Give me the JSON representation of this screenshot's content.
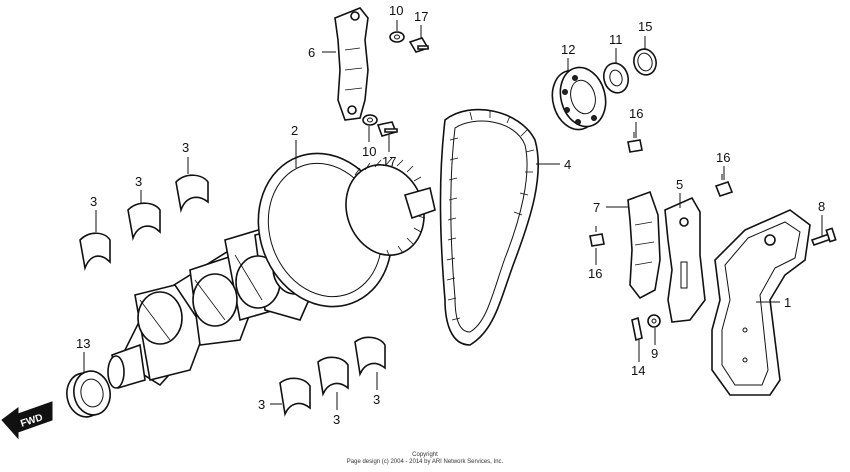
{
  "callouts": {
    "c6": "6",
    "c10a": "10",
    "c17a": "17",
    "c10b": "10",
    "c17b": "17",
    "c2": "2",
    "c12": "12",
    "c11": "11",
    "c15": "15",
    "c16a": "16",
    "c4": "4",
    "c16b": "16",
    "c3a": "3",
    "c3b": "3",
    "c3c": "3",
    "c7": "7",
    "c5": "5",
    "c8": "8",
    "c16c": "16",
    "c1": "1",
    "c13": "13",
    "c9": "9",
    "c14": "14",
    "c3d": "3",
    "c3e": "3",
    "c3f": "3"
  },
  "direction_label": "FWD",
  "copyright_line1": "Copyright",
  "copyright_line2": "Page design (c) 2004 - 2014 by ARI Network Services, Inc."
}
